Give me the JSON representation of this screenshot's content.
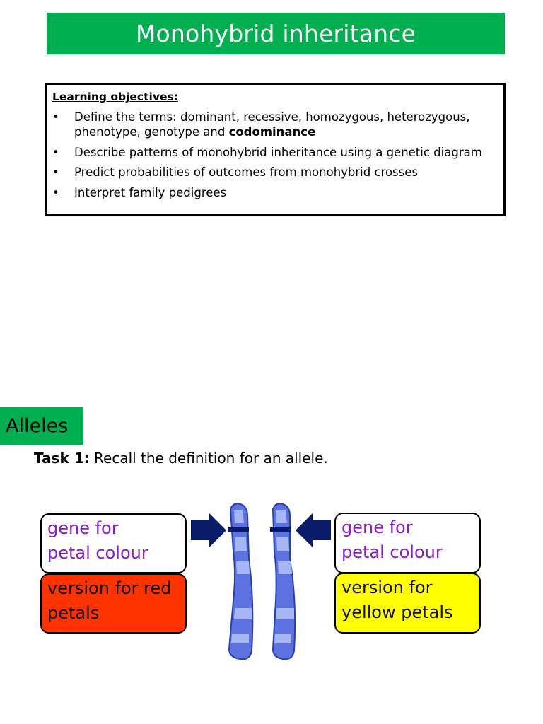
{
  "title": "Monohybrid inheritance",
  "objectives": {
    "heading": "Learning objectives:",
    "items": [
      {
        "text": "Define the terms: dominant, recessive, homozygous, heterozygous, phenotype, genotype and ",
        "bold": "codominance"
      },
      {
        "text": "Describe patterns of monohybrid inheritance using a genetic diagram",
        "bold": ""
      },
      {
        "text": "Predict probabilities of outcomes from monohybrid crosses",
        "bold": ""
      },
      {
        "text": "Interpret family pedigrees",
        "bold": ""
      }
    ],
    "bullet": "•"
  },
  "alleles_section": {
    "heading": "Alleles",
    "task_label": "Task 1:",
    "task_text": " Recall the definition for an allele."
  },
  "diagram": {
    "left_gene_label": "gene for petal colour",
    "left_gene_lines": [
      "gene for",
      "petal colour"
    ],
    "left_version_lines": [
      "version for red",
      "petals"
    ],
    "right_gene_lines": [
      "gene for",
      "petal colour"
    ],
    "right_version_lines": [
      "version for",
      "yellow petals"
    ]
  },
  "colors": {
    "banner_green": "#00b050",
    "gene_text_purple": "#8a1bd0",
    "red_allele": "#ff3300",
    "yellow_allele": "#ffff00",
    "arrow_navy": "#0a1a6b",
    "chromosome_blue": "#5b72e0"
  }
}
